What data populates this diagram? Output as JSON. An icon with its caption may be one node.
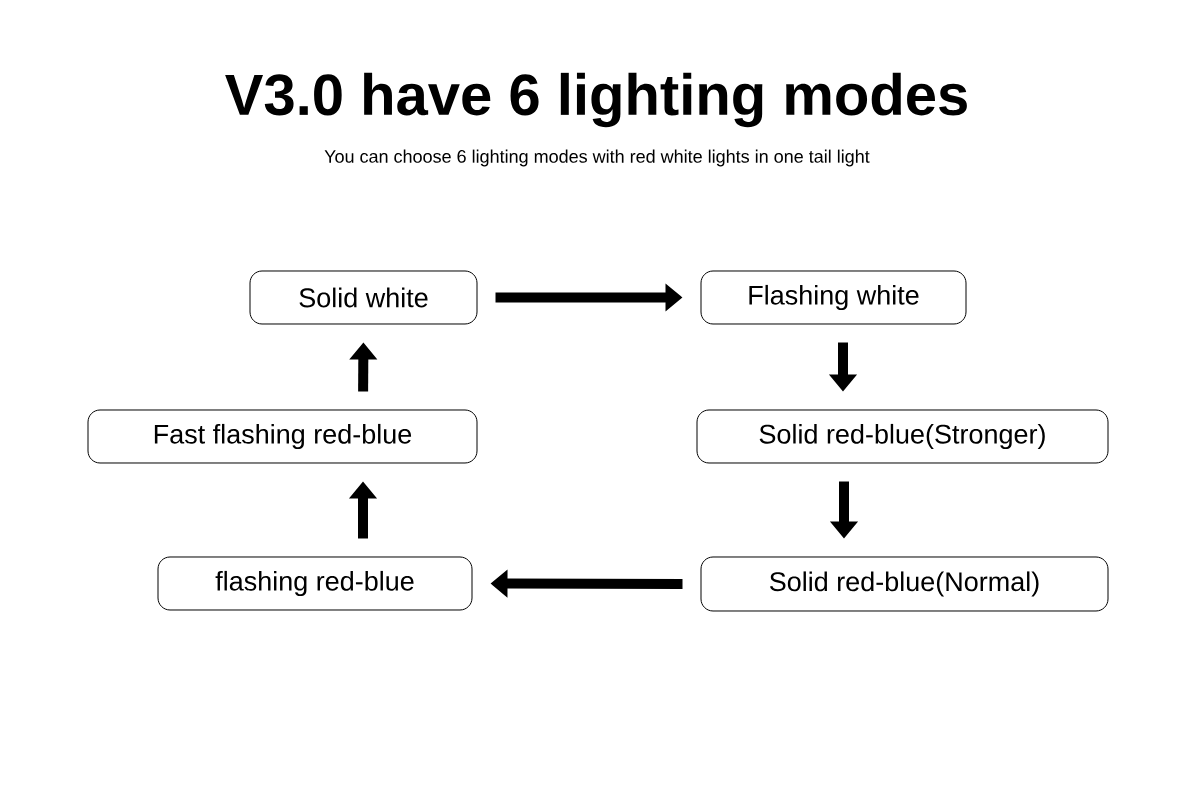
{
  "diagram": {
    "title": "V3.0 have 6 lighting modes",
    "nodes": [
      {
        "text": [
          "Solid white"
        ]
      },
      {
        "text": [
          "Flashing white"
        ]
      },
      {
        "text": [
          "Solid red-blue(Stronger)"
        ]
      },
      {
        "text": [
          "Solid red-blue(Normal)"
        ]
      },
      {
        "text": [
          "flashing red-blue"
        ]
      },
      {
        "text": [
          "Fast flashing red-blue"
        ]
      }
    ],
    "edges": [
      {
        "from": 0,
        "to": 1,
        "arrow": "to"
      },
      {
        "from": 1,
        "to": 2,
        "arrow": "to"
      },
      {
        "from": 2,
        "to": 3,
        "arrow": "to"
      },
      {
        "from": 3,
        "to": 4,
        "arrow": "to"
      },
      {
        "from": 4,
        "to": 5,
        "arrow": "to"
      },
      {
        "from": 5,
        "to": 0,
        "arrow": "to"
      }
    ],
    "labels": [
      "You can choose 6 lighting modes with red white lights in one tail light"
    ]
  }
}
